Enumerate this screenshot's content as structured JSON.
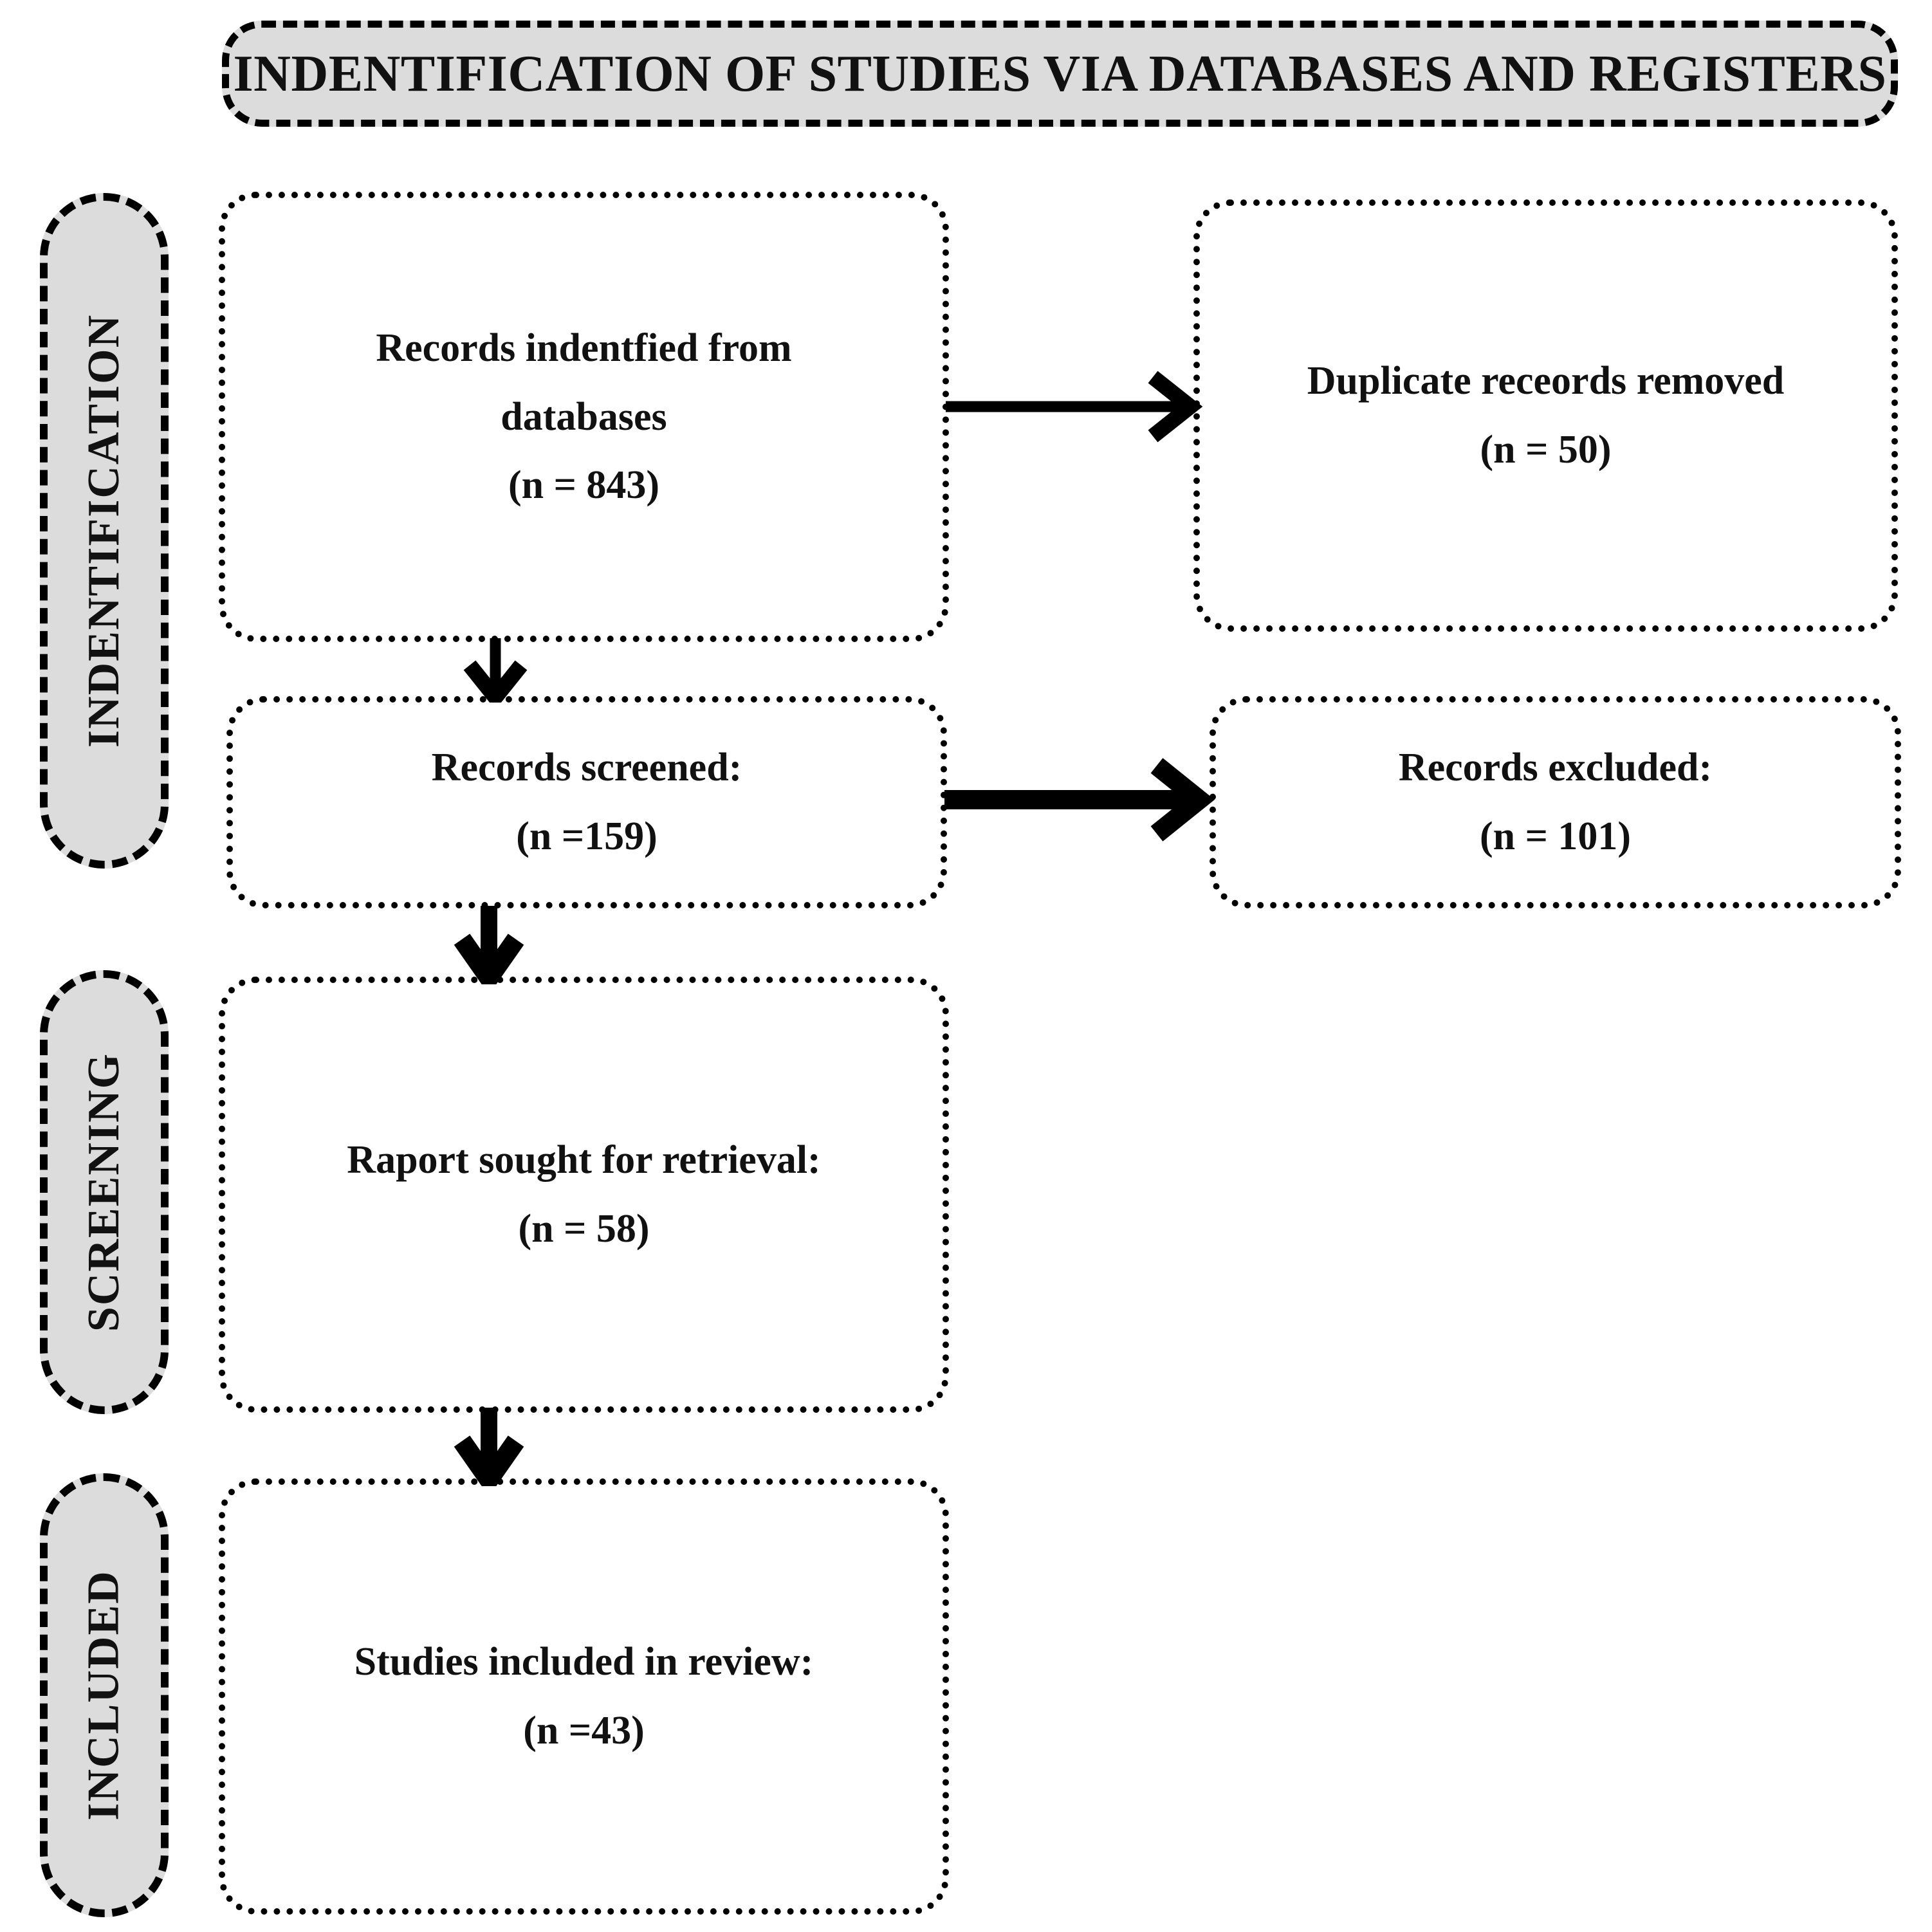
{
  "banner": {
    "title": "INDENTIFICATION OF STUDIES VIA DATABASES AND REGISTERS"
  },
  "stages": [
    {
      "id": "identification",
      "label": "INDENTIFICATION"
    },
    {
      "id": "screening",
      "label": "SCREENING"
    },
    {
      "id": "included",
      "label": "INCLUDED"
    }
  ],
  "boxes": {
    "records_identified": {
      "line1": "Records indentfied from",
      "line2": "databases",
      "line3": "(n = 843)"
    },
    "duplicates_removed": {
      "line1": "Duplicate receords removed",
      "line2": "(n = 50)"
    },
    "records_screened": {
      "line1": "Records screened:",
      "line2": "(n =159)"
    },
    "records_excluded": {
      "line1": "Records excluded:",
      "line2": "(n = 101)"
    },
    "reports_sought": {
      "line1": "Raport sought for retrieval:",
      "line2": "(n = 58)"
    },
    "studies_included": {
      "line1": "Studies included in review:",
      "line2": "(n =43)"
    }
  },
  "colors": {
    "banner_fill": "#dcdcdc",
    "stage_fill": "#dcdcdc",
    "box_fill": "#ffffff",
    "stroke": "#000000",
    "text": "#111111"
  },
  "chart_data": {
    "type": "flowchart",
    "title": "INDENTIFICATION OF STUDIES VIA DATABASES AND REGISTERS",
    "stages": [
      "INDENTIFICATION",
      "SCREENING",
      "INCLUDED"
    ],
    "nodes": [
      {
        "id": "records_identified",
        "label": "Records indentfied from databases",
        "n": 843,
        "stage": "INDENTIFICATION"
      },
      {
        "id": "duplicates_removed",
        "label": "Duplicate receords removed",
        "n": 50,
        "stage": "INDENTIFICATION"
      },
      {
        "id": "records_screened",
        "label": "Records screened:",
        "n": 159,
        "stage": "INDENTIFICATION"
      },
      {
        "id": "records_excluded",
        "label": "Records excluded:",
        "n": 101,
        "stage": "INDENTIFICATION"
      },
      {
        "id": "reports_sought",
        "label": "Raport sought for retrieval:",
        "n": 58,
        "stage": "SCREENING"
      },
      {
        "id": "studies_included",
        "label": "Studies included in review:",
        "n": 43,
        "stage": "INCLUDED"
      }
    ],
    "edges": [
      {
        "from": "records_identified",
        "to": "duplicates_removed",
        "direction": "right"
      },
      {
        "from": "records_identified",
        "to": "records_screened",
        "direction": "down"
      },
      {
        "from": "records_screened",
        "to": "records_excluded",
        "direction": "right"
      },
      {
        "from": "records_screened",
        "to": "reports_sought",
        "direction": "down"
      },
      {
        "from": "reports_sought",
        "to": "studies_included",
        "direction": "down"
      }
    ]
  }
}
